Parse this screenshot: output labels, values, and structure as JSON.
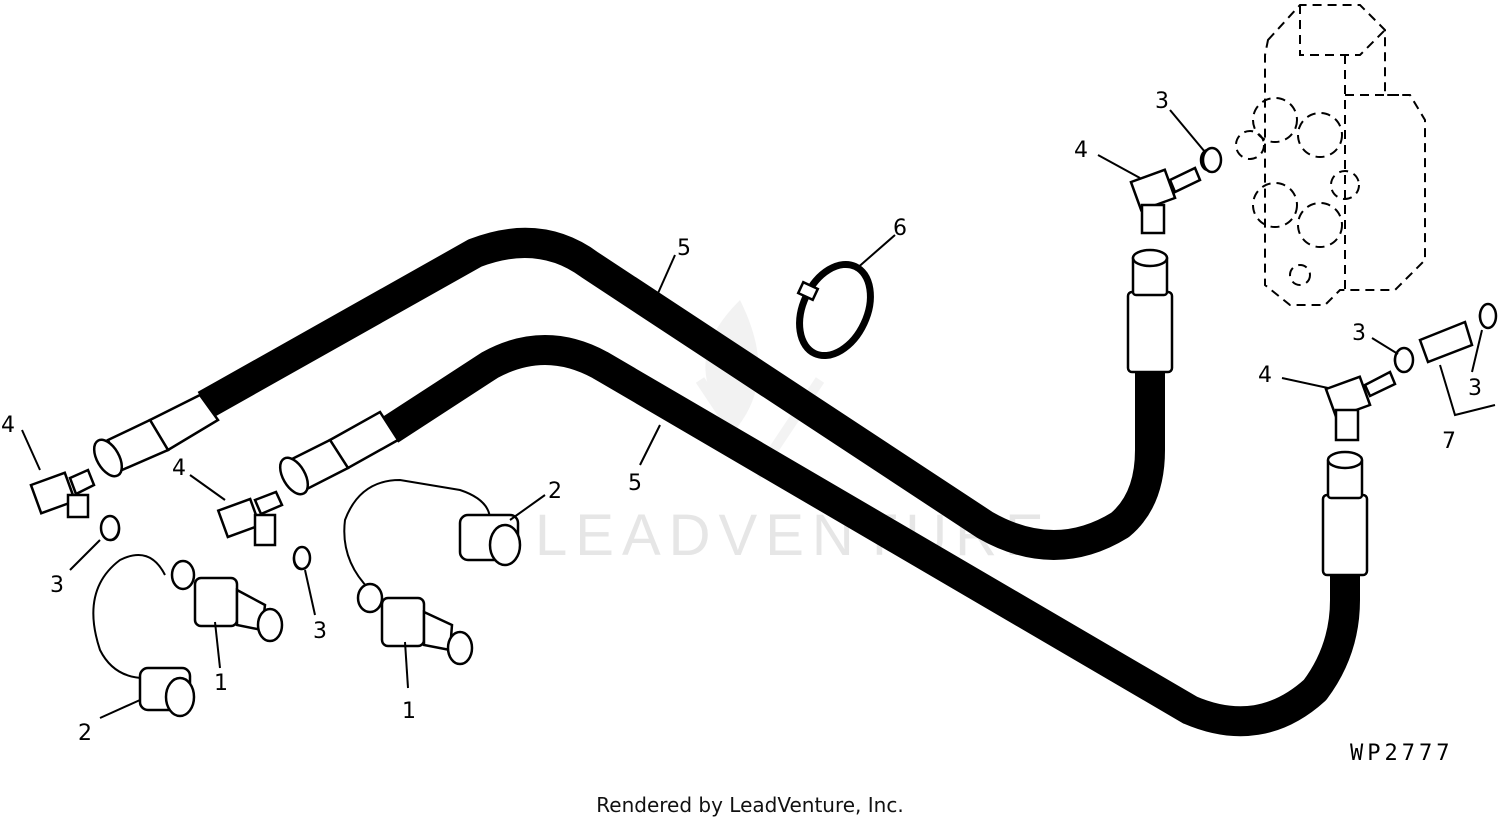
{
  "callouts": {
    "hose_a": "5",
    "hose_b": "5",
    "clamp": "6",
    "elbow_top_right": "4",
    "oring_top_right": "3",
    "elbow_left": "4",
    "oring_left": "3",
    "elbow_center": "4",
    "oring_center": "3",
    "dust_cap_center": "2",
    "dust_cap_left": "2",
    "coupler_left": "1",
    "coupler_center": "1",
    "oring_right_mid": "3",
    "elbow_right_mid": "4",
    "adapter_oring": "3",
    "adapter_kit": "7"
  },
  "figure_code": "WP2777",
  "watermark": "LEADVENTURE",
  "footer": "Rendered by LeadVenture, Inc."
}
